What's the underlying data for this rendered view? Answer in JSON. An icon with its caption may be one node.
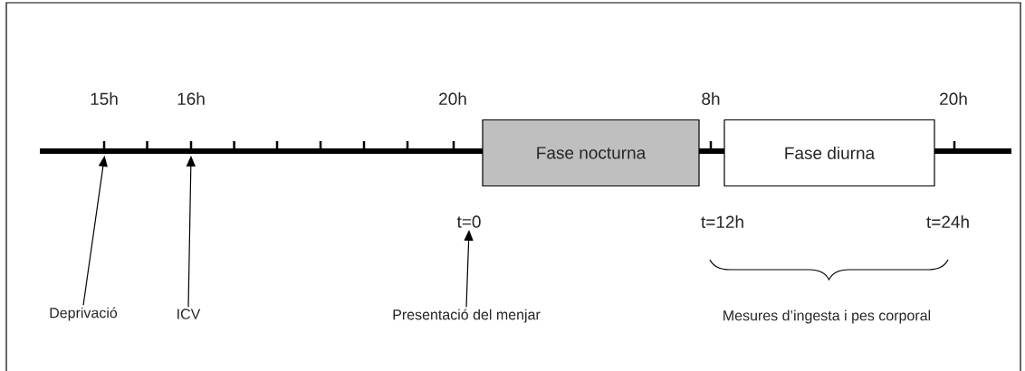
{
  "diagram": {
    "nodes": [
      {
        "text": [
          "Fase nocturna"
        ]
      },
      {
        "text": [
          "Fase diurna"
        ]
      },
      {
        "text": [
          "Deprivació"
        ]
      },
      {
        "text": [
          "ICV"
        ]
      },
      {
        "text": [
          "t=0"
        ]
      },
      {
        "text": [
          "Presentació del menjar"
        ]
      }
    ],
    "edges": [
      {
        "from": 2,
        "to": null,
        "arrow": "to"
      },
      {
        "from": 3,
        "to": null,
        "arrow": "to"
      },
      {
        "from": 5,
        "to": 4,
        "arrow": "to"
      }
    ],
    "labels": [
      "15h",
      "16h",
      "20h",
      "8h",
      "20h",
      "t=12h",
      "t=24h",
      "Mesures d’ingesta i pes corporal"
    ]
  }
}
